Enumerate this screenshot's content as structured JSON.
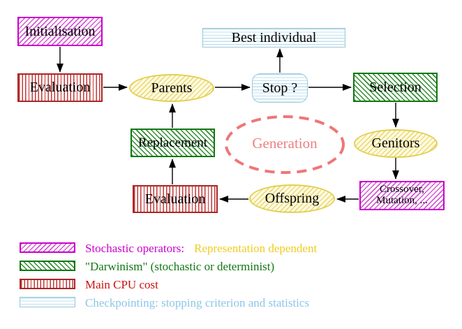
{
  "title": "Evolutionary algorithm generation loop diagram",
  "nodes": {
    "initialisation": "Initialisation",
    "evaluation_top": "Evaluation",
    "parents": "Parents",
    "stop": "Stop ?",
    "best_individual": "Best individual",
    "selection": "Selection",
    "genitors": "Genitors",
    "crossover_line1": "Crossover,",
    "crossover_line2": "Mutation, ...",
    "offspring": "Offspring",
    "evaluation_bottom": "Evaluation",
    "replacement": "Replacement",
    "generation": "Generation"
  },
  "legend": {
    "items": [
      {
        "swatch": "magenta-hatch",
        "label": "Stochastic operators:",
        "label2": "Representation dependent",
        "label_color": "#cc00cc",
        "label2_color": "#eecc22"
      },
      {
        "swatch": "green-hatch",
        "label": "\"Darwinism\" (stochastic or determinist)",
        "label_color": "#117711"
      },
      {
        "swatch": "red-vertical-stripes",
        "label": "Main CPU cost",
        "label_color": "#cc1111"
      },
      {
        "swatch": "cyan-horizontal-stripes",
        "label": "Checkpointing: stopping criterion and statistics",
        "label_color": "#8cc6e8"
      }
    ]
  },
  "colors": {
    "magenta": "#cc00cc",
    "green": "#117711",
    "red_border": "#aa2626",
    "red_stripe": "#c23a3a",
    "cyan_border": "#9cc6d8",
    "cyan_stripe": "#bfe0ef",
    "yellow_border": "#e3cf52",
    "yellow_fill": "#fffbe2",
    "salmon_dashed": "#ee7777",
    "node_text": "#000000",
    "arrow": "#000000"
  }
}
